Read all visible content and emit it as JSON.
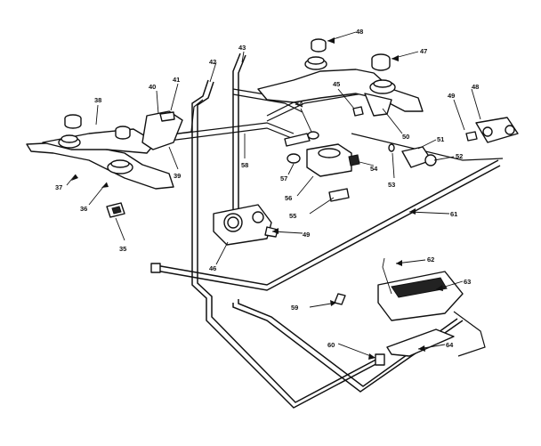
{
  "callouts": [
    {
      "id": "35",
      "text": "35"
    },
    {
      "id": "36",
      "text": "36"
    },
    {
      "id": "37",
      "text": "37"
    },
    {
      "id": "38",
      "text": "38"
    },
    {
      "id": "39",
      "text": "39"
    },
    {
      "id": "40",
      "text": "40"
    },
    {
      "id": "41",
      "text": "41"
    },
    {
      "id": "42",
      "text": "42"
    },
    {
      "id": "43",
      "text": "43"
    },
    {
      "id": "44",
      "text": "44"
    },
    {
      "id": "45",
      "text": "45"
    },
    {
      "id": "46",
      "text": "46"
    },
    {
      "id": "47",
      "text": "47"
    },
    {
      "id": "48",
      "text": "48"
    },
    {
      "id": "49a",
      "text": "49"
    },
    {
      "id": "49b",
      "text": "49"
    },
    {
      "id": "50",
      "text": "50"
    },
    {
      "id": "51",
      "text": "51"
    },
    {
      "id": "52",
      "text": "52"
    },
    {
      "id": "53",
      "text": "53"
    },
    {
      "id": "54",
      "text": "54"
    },
    {
      "id": "55",
      "text": "55"
    },
    {
      "id": "56",
      "text": "56"
    },
    {
      "id": "57",
      "text": "57"
    },
    {
      "id": "58",
      "text": "58"
    },
    {
      "id": "59",
      "text": "59"
    },
    {
      "id": "60",
      "text": "60"
    },
    {
      "id": "61",
      "text": "61"
    },
    {
      "id": "62",
      "text": "62"
    },
    {
      "id": "63",
      "text": "63"
    },
    {
      "id": "64",
      "text": "64"
    },
    {
      "id": "48b",
      "text": "48"
    }
  ]
}
